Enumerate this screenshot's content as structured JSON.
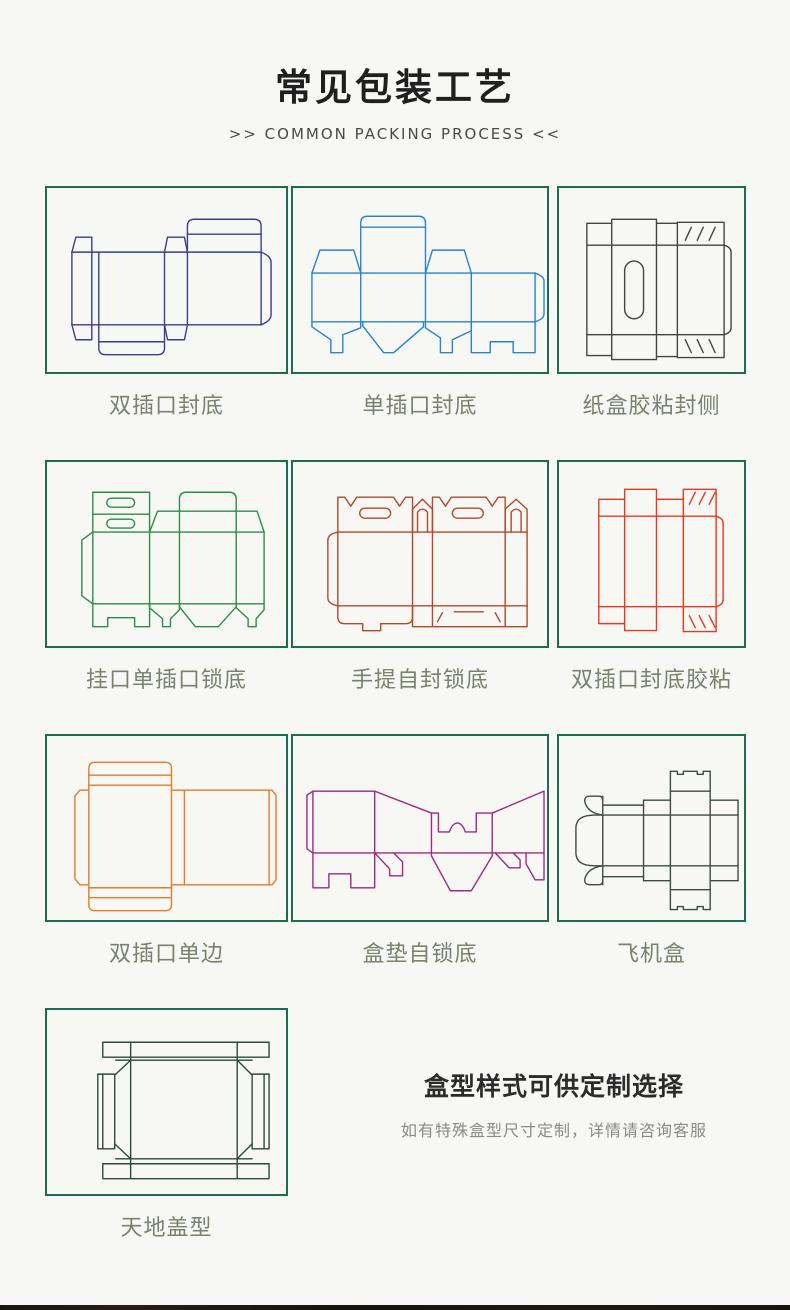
{
  "header": {
    "title": "常见包装工艺",
    "subtitle": ">> COMMON PACKING PROCESS  <<"
  },
  "cells": [
    {
      "label": "双插口封底",
      "color": "#3b3e8c",
      "diagram": "double-tuck-bottom"
    },
    {
      "label": "单插口封底",
      "color": "#2583d8",
      "diagram": "single-tuck-lock-bottom"
    },
    {
      "label": "纸盒胶粘封侧",
      "color": "#45453c",
      "diagram": "side-glued-carton"
    },
    {
      "label": "挂口单插口锁底",
      "color": "#2e8b4d",
      "diagram": "hang-tab-tuck-lock-bottom"
    },
    {
      "label": "手提自封锁底",
      "color": "#b0492c",
      "diagram": "handle-self-seal-lock-bottom"
    },
    {
      "label": "双插口封底胶粘",
      "color": "#e8391d",
      "diagram": "double-tuck-glued-bottom"
    },
    {
      "label": "双插口单边",
      "color": "#e77b2b",
      "diagram": "double-tuck-single-side"
    },
    {
      "label": "盒垫自锁底",
      "color": "#a02a7d",
      "diagram": "tray-auto-lock-bottom"
    },
    {
      "label": "飞机盒",
      "color": "#3e4a49",
      "diagram": "mailer-box"
    },
    {
      "label": "天地盖型",
      "color": "#2c4a39",
      "diagram": "lid-and-base-tray"
    }
  ],
  "custom_note": {
    "heading": "盒型样式可供定制选择",
    "subtext": "如有特殊盒型尺寸定制，详情请咨询客服"
  },
  "theme": {
    "cell_border_color": "#1e6b55",
    "label_color": "#7a816d",
    "page_bg": "#f7f7f5",
    "footer_strip_color": "#1d1511"
  }
}
